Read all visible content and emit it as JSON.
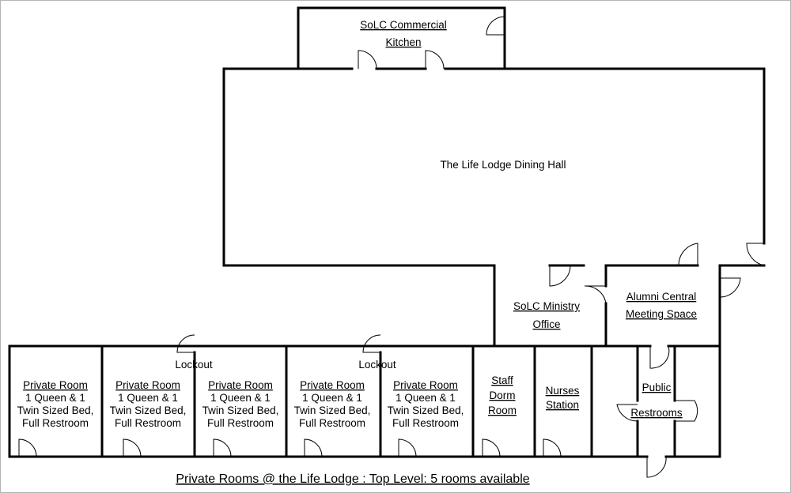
{
  "rooms": {
    "kitchen": [
      "SoLC Commercial",
      "Kitchen"
    ],
    "dining_hall": "The Life Lodge Dining Hall",
    "ministry_office": [
      "SoLC Ministry",
      "Office"
    ],
    "alumni": [
      "Alumni Central",
      "Meeting Space"
    ],
    "private_room": {
      "title": "Private Room",
      "lines": [
        "1 Queen & 1",
        "Twin Sized Bed,",
        "Full Restroom"
      ]
    },
    "lockout": "Lockout",
    "staff_dorm": [
      "Staff",
      "Dorm",
      "Room"
    ],
    "nurses": [
      "Nurses",
      "Station"
    ],
    "restrooms": [
      "Public",
      "Restrooms"
    ]
  },
  "caption": "Private Rooms @ the Life Lodge : Top Level: 5 rooms available"
}
